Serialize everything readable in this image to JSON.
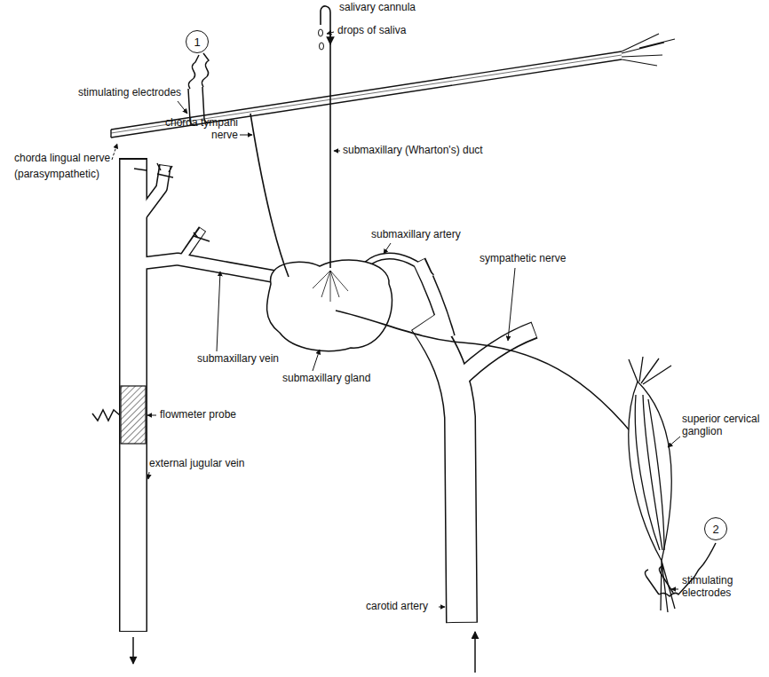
{
  "diagram": {
    "nodes": [
      {
        "text": [
          "1"
        ]
      },
      {
        "text": [
          "2"
        ]
      }
    ],
    "labels": [
      "salivary cannula",
      "drops of saliva",
      "stimulating electrodes",
      "chorda lingual nerve",
      "(parasympathetic)",
      "chorda tympani nerve",
      "submaxillary (Wharton's) duct",
      "submaxillary artery",
      "sympathetic nerve",
      "superior cervical ganglion",
      "stimulating electrodes",
      "submaxillary vein",
      "submaxillary gland",
      "flowmeter probe",
      "external jugular vein",
      "carotid artery"
    ]
  }
}
